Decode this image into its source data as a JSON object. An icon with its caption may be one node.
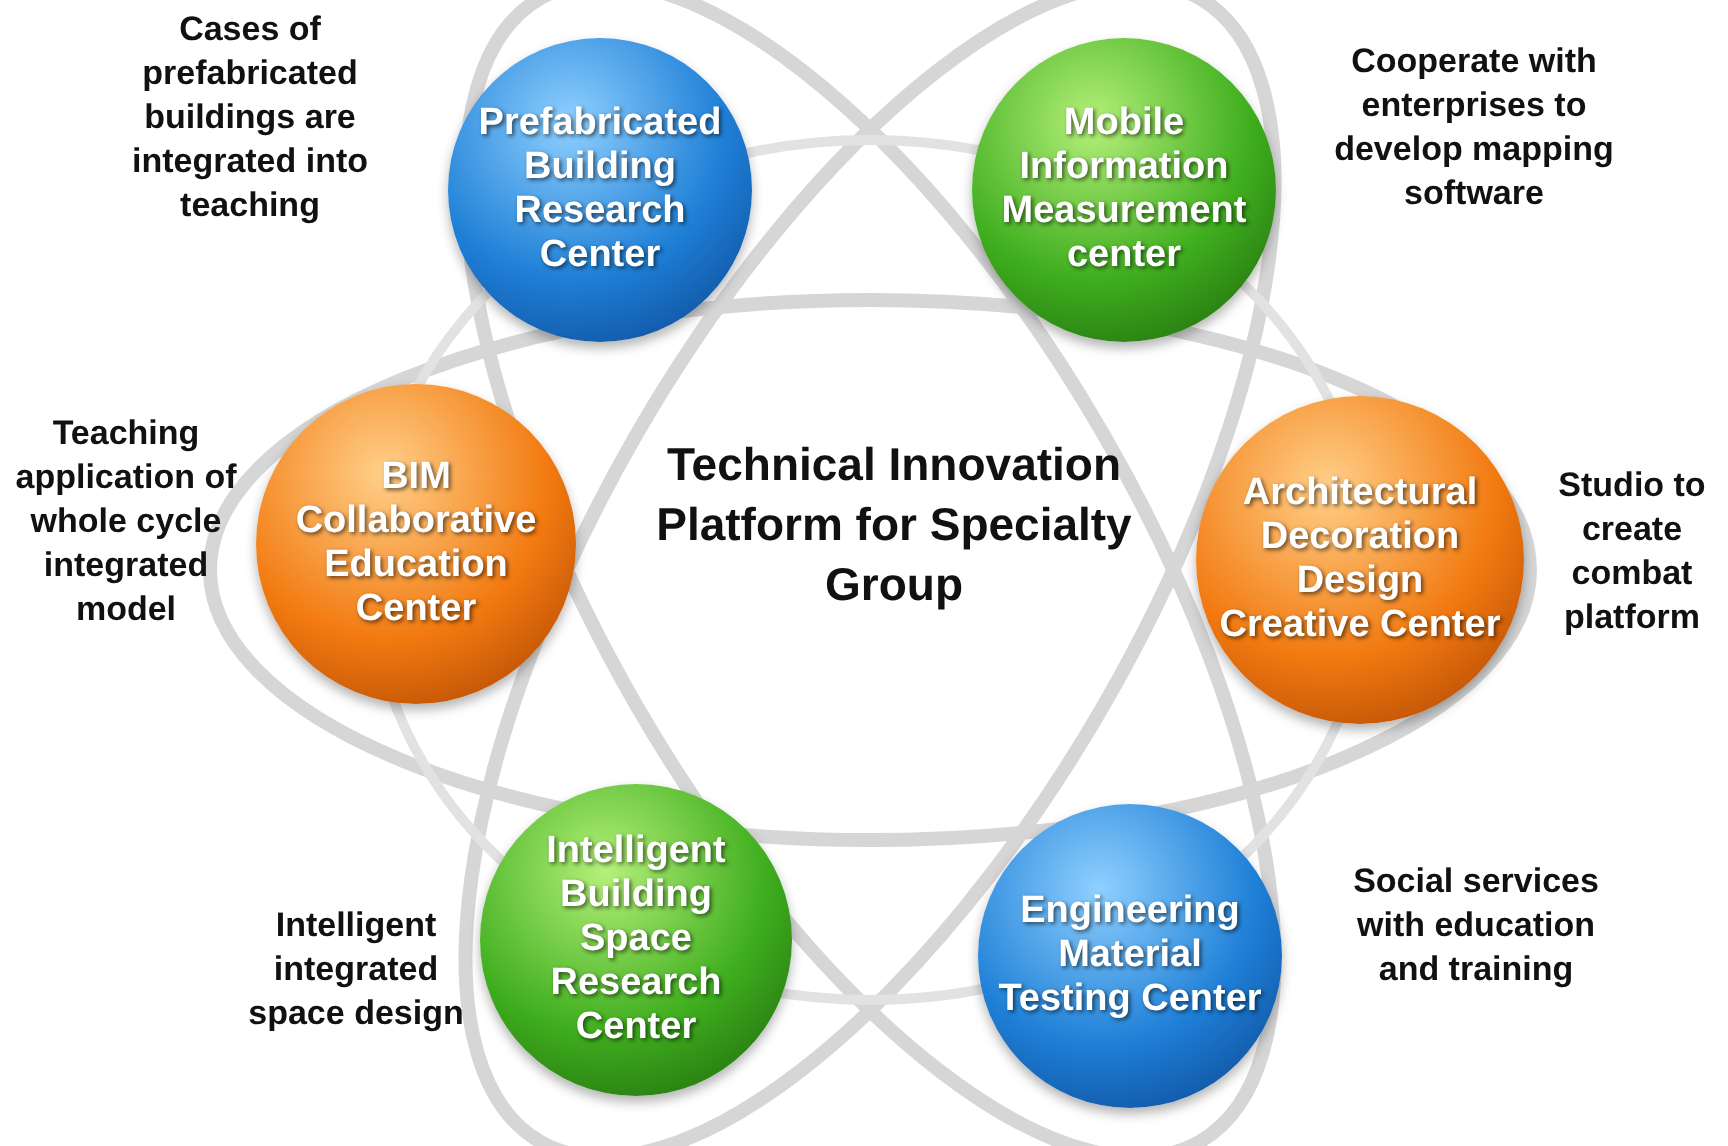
{
  "diagram": {
    "nodes": [
      {
        "text": [
          "Prefabricated Building Research Center"
        ],
        "beside": [
          "Cases of prefabricated buildings are integrated into teaching"
        ]
      },
      {
        "text": [
          "Mobile Information Measurement center"
        ],
        "beside": [
          "Cooperate with enterprises to develop mapping software"
        ]
      },
      {
        "text": [
          "BIM Collaborative Education Center"
        ],
        "beside": [
          "Teaching application of whole cycle integrated model"
        ]
      },
      {
        "text": [
          "Architectural Decoration Design Creative Center"
        ],
        "beside": [
          "Studio to create combat platform"
        ]
      },
      {
        "text": [
          "Intelligent Building Space Research Center"
        ],
        "beside": [
          "Intelligent integrated space design"
        ]
      },
      {
        "text": [
          "Engineering Material Testing Center"
        ],
        "beside": [
          "Social services with education and training"
        ]
      }
    ],
    "labels": [
      "Technical Innovation Platform for Specialty Group"
    ]
  }
}
